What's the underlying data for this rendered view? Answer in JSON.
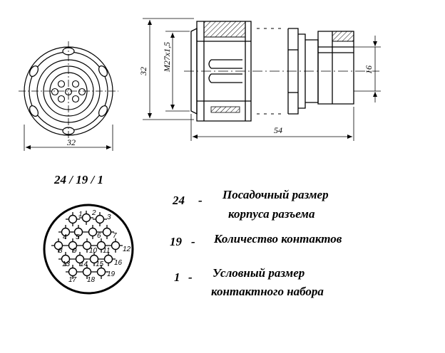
{
  "front_view": {
    "dimension_label": "32"
  },
  "side_view": {
    "height_label": "32",
    "thread_label": "M27x1,5",
    "length_label": "54",
    "outlet_label": "16"
  },
  "designation": {
    "code": "24 / 19 / 1"
  },
  "pin_layout": {
    "pins": [
      "1",
      "2",
      "3",
      "4",
      "5",
      "6",
      "7",
      "8",
      "9",
      "10",
      "11",
      "12",
      "13",
      "14",
      "15",
      "16",
      "17",
      "18",
      "19"
    ]
  },
  "legend": [
    {
      "number": "24",
      "dash": "-",
      "line1": "Посадочный размер",
      "line2": "корпуса разъема"
    },
    {
      "number": "19",
      "dash": "-",
      "line1": "Количество контактов",
      "line2": ""
    },
    {
      "number": "1",
      "dash": "-",
      "line1": "Условный размер",
      "line2": "контактного набора"
    }
  ]
}
